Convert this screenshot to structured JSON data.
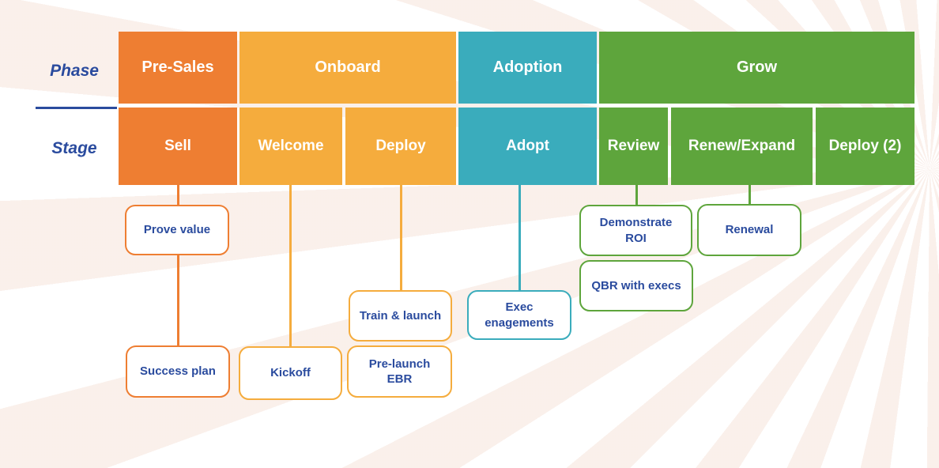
{
  "labels": {
    "phase": "Phase",
    "stage": "Stage"
  },
  "colors": {
    "orange": "#EE7E32",
    "amber": "#F5AC3D",
    "teal": "#3AACBC",
    "green": "#5EA53C",
    "text_blue": "#2A4B9E",
    "cell_text": "#FFFFFF",
    "background": "#FFFFFF"
  },
  "phases": [
    {
      "id": "pre-sales",
      "label": "Pre-Sales",
      "color": "orange"
    },
    {
      "id": "onboard",
      "label": "Onboard",
      "color": "amber"
    },
    {
      "id": "adoption",
      "label": "Adoption",
      "color": "teal"
    },
    {
      "id": "grow",
      "label": "Grow",
      "color": "green"
    }
  ],
  "stages": [
    {
      "id": "sell",
      "label": "Sell",
      "phase": "pre-sales",
      "color": "orange"
    },
    {
      "id": "welcome",
      "label": "Welcome",
      "phase": "onboard",
      "color": "amber"
    },
    {
      "id": "deploy",
      "label": "Deploy",
      "phase": "onboard",
      "color": "amber"
    },
    {
      "id": "adopt",
      "label": "Adopt",
      "phase": "adoption",
      "color": "teal"
    },
    {
      "id": "review",
      "label": "Review",
      "phase": "grow",
      "color": "green"
    },
    {
      "id": "renew-expand",
      "label": "Renew/Expand",
      "phase": "grow",
      "color": "green"
    },
    {
      "id": "deploy-2",
      "label": "Deploy (2)",
      "phase": "grow",
      "color": "green"
    }
  ],
  "activities": [
    {
      "id": "prove-value",
      "label": "Prove value",
      "stage": "sell",
      "color": "orange"
    },
    {
      "id": "success-plan",
      "label": "Success plan",
      "stage": "sell",
      "color": "orange"
    },
    {
      "id": "kickoff",
      "label": "Kickoff",
      "stage": "welcome",
      "color": "amber"
    },
    {
      "id": "train-launch",
      "label": "Train & launch",
      "stage": "deploy",
      "color": "amber"
    },
    {
      "id": "pre-launch-ebr",
      "label": "Pre-launch EBR",
      "stage": "deploy",
      "color": "amber"
    },
    {
      "id": "exec-engagements",
      "label": "Exec enagements",
      "stage": "adopt",
      "color": "teal"
    },
    {
      "id": "demonstrate-roi",
      "label": "Demonstrate ROI",
      "stage": "review",
      "color": "green"
    },
    {
      "id": "qbr-with-execs",
      "label": "QBR with execs",
      "stage": "review",
      "color": "green"
    },
    {
      "id": "renewal",
      "label": "Renewal",
      "stage": "renew-expand",
      "color": "green"
    }
  ]
}
